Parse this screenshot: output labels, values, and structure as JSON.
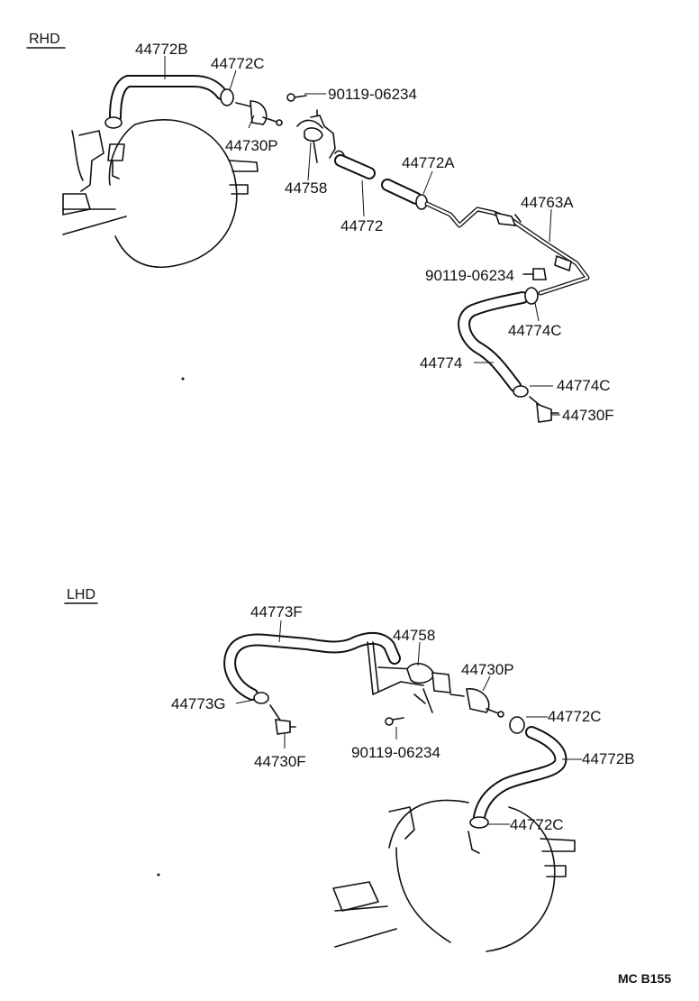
{
  "sections": {
    "rhd": "RHD",
    "lhd": "LHD"
  },
  "rhd_parts": {
    "p44772B": "44772B",
    "p44772C": "44772C",
    "p90119a": "90119-06234",
    "p44730P": "44730P",
    "p44758": "44758",
    "p44772A": "44772A",
    "p44772": "44772",
    "p44763A": "44763A",
    "p90119b": "90119-06234",
    "p44774C_a": "44774C",
    "p44774": "44774",
    "p44774C_b": "44774C",
    "p44730F": "44730F"
  },
  "lhd_parts": {
    "p44773F": "44773F",
    "p44758": "44758",
    "p44730P": "44730P",
    "p44773G": "44773G",
    "p44772C_a": "44772C",
    "p44730F": "44730F",
    "p90119": "90119-06234",
    "p44772B": "44772B",
    "p44772C_b": "44772C"
  },
  "figure_code": "MC B155"
}
